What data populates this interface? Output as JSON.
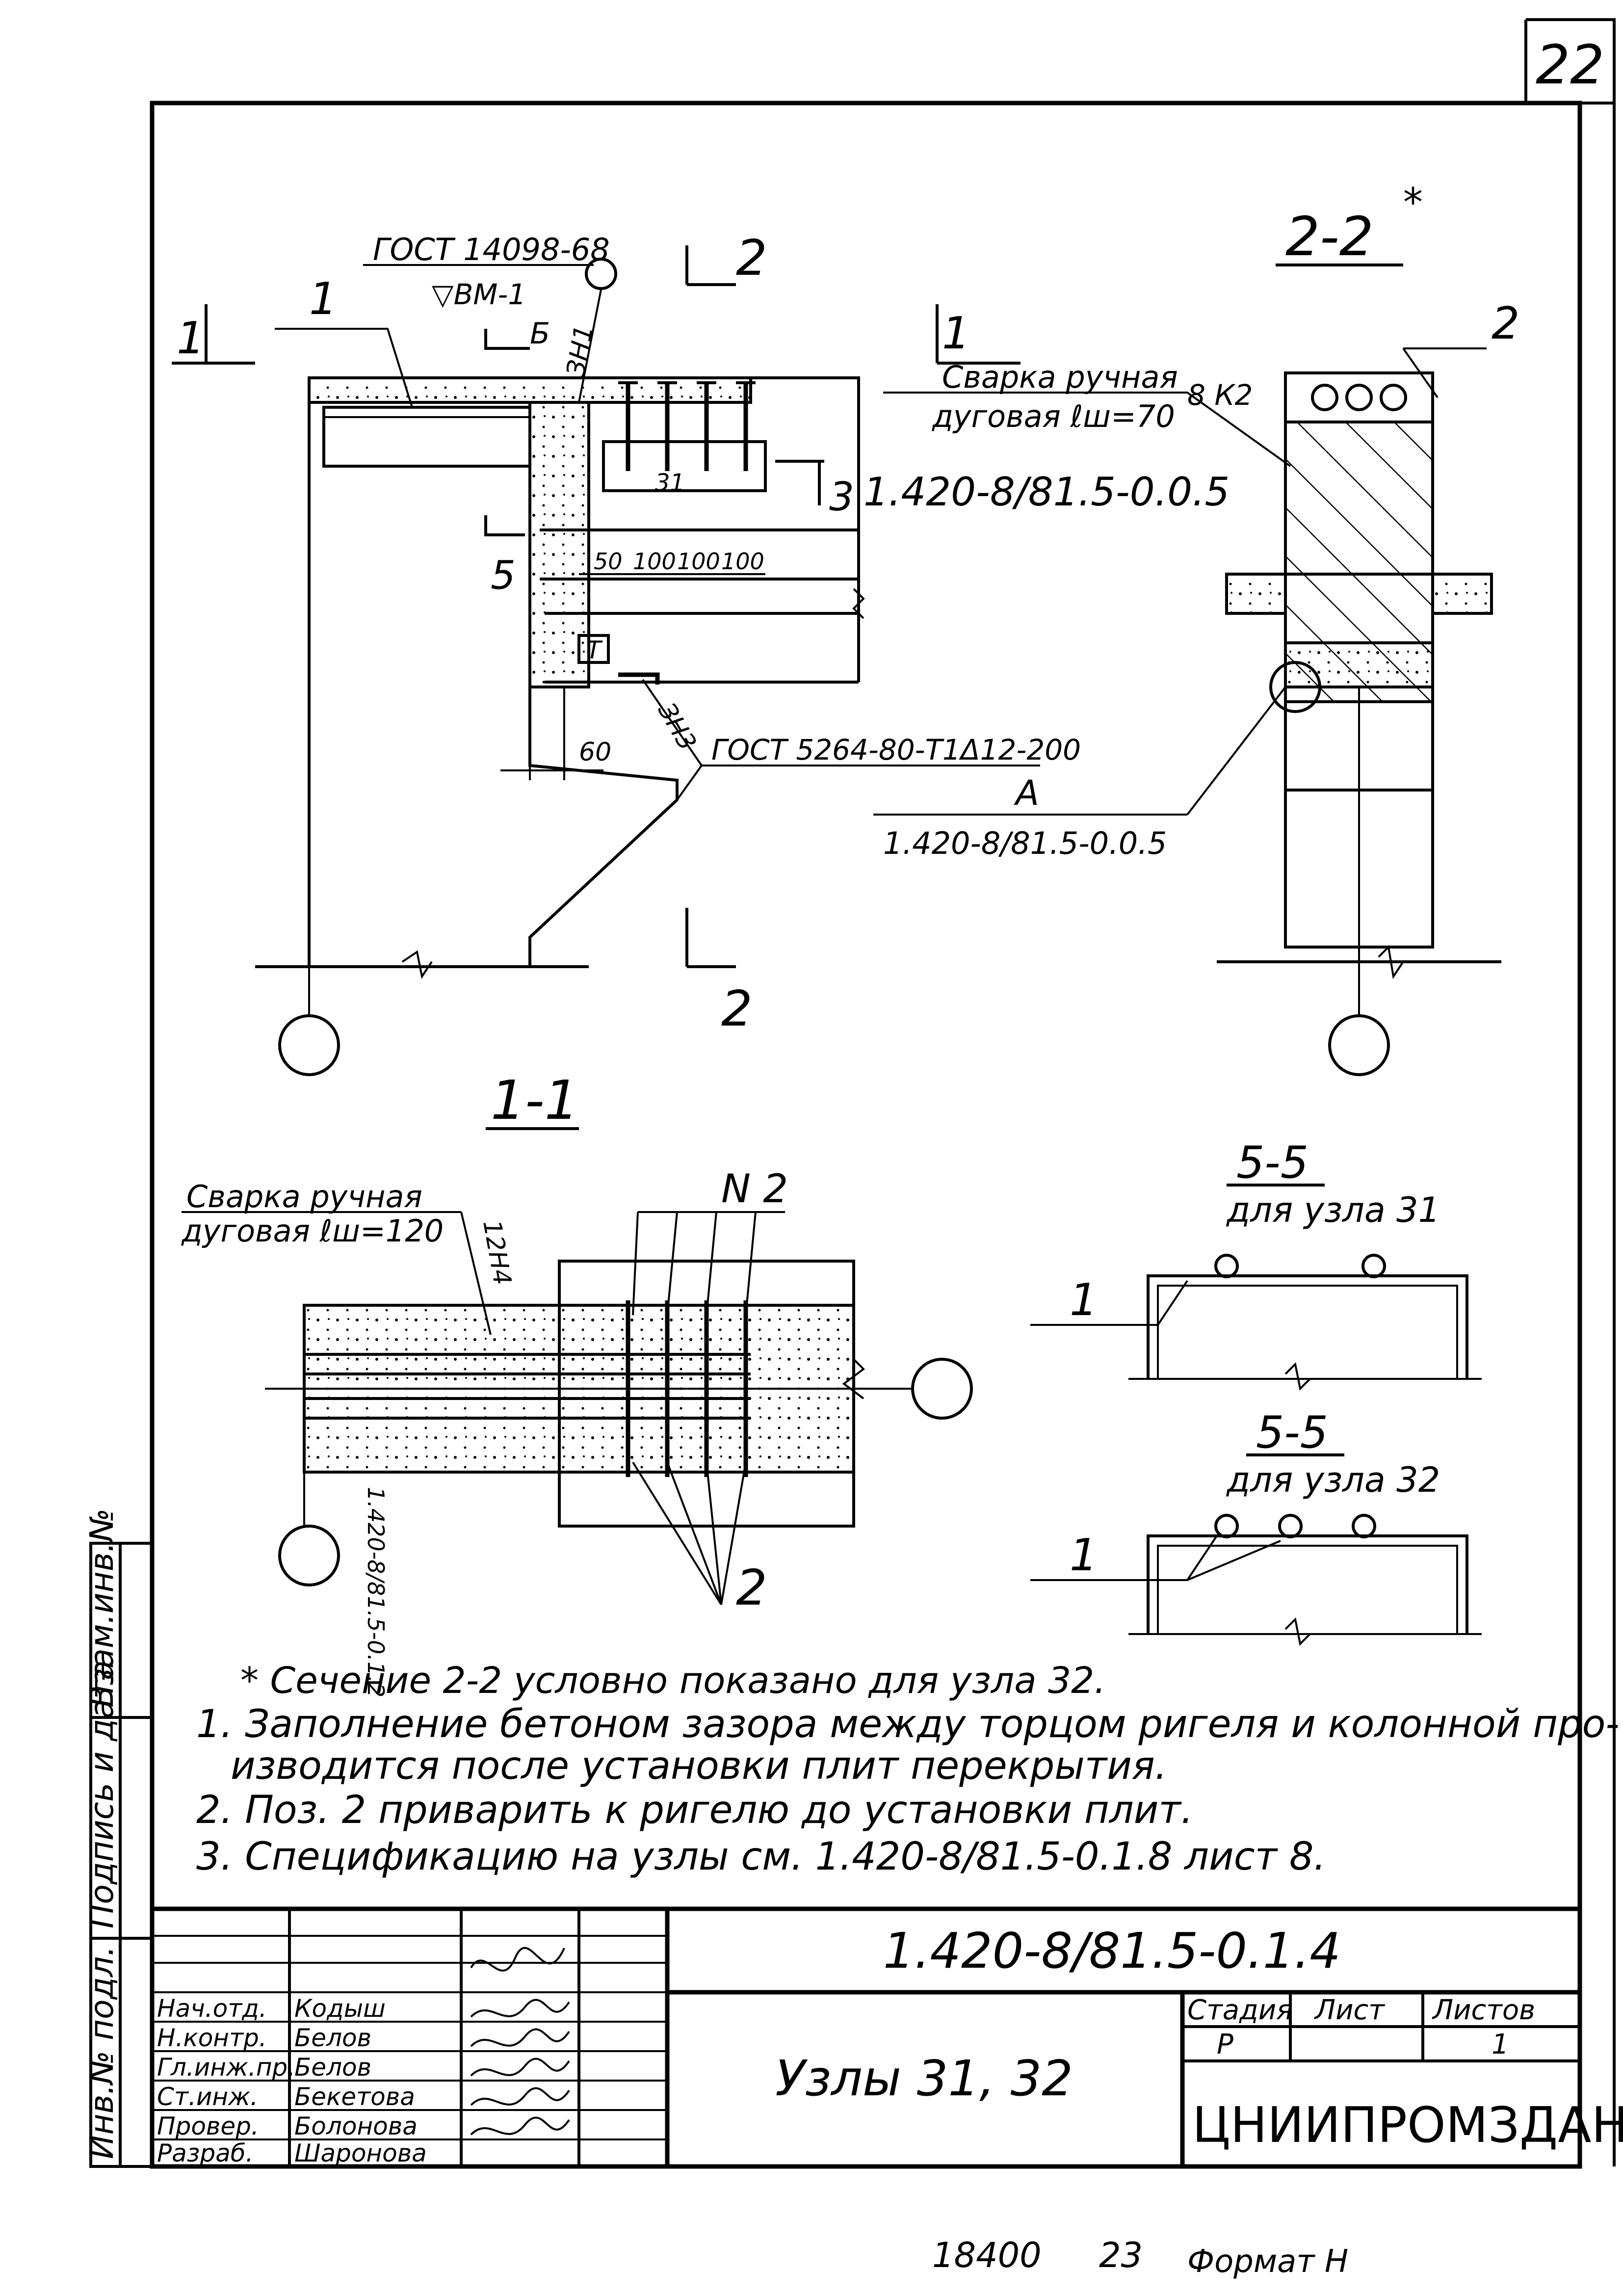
{
  "sheet": {
    "page_number": "22",
    "document_code": "1.420-8/81.5-0.1.4",
    "title": "Узлы 31, 32",
    "organization": "ЦНИИПРОМЗДАНИЙ",
    "stage_header": "Стадия",
    "sheet_header": "Лист",
    "sheets_header": "Листов",
    "stage": "Р",
    "sheet": "",
    "sheets": "1",
    "footer_number": "18400",
    "footer_page": "23",
    "footer_format": "Формат Н"
  },
  "left_margin": {
    "inv_original": "Инв.№ подл.",
    "signature_date": "Подпись и дата",
    "replaces_inv": "Взам.инв.№"
  },
  "staff": [
    {
      "role": "Нач.отд.",
      "name": "Кодыш"
    },
    {
      "role": "Н.контр.",
      "name": "Белов"
    },
    {
      "role": "Гл.инж.пр.",
      "name": "Белов"
    },
    {
      "role": "Ст.инж.",
      "name": "Бекетова"
    },
    {
      "role": "Провер.",
      "name": "Болонова"
    },
    {
      "role": "Разраб.",
      "name": "Шаронова"
    }
  ],
  "labels": {
    "gost_top": "ГОСТ 14098-68",
    "weld_top": "▽ВМ-1",
    "weld_zn1": "ЗН1",
    "cut_1": "1",
    "cut_2": "2",
    "cut_3": "3",
    "cut_5": "5",
    "cut_b": "Б",
    "pos_1": "1",
    "pos_2": "2",
    "dim_50": "50",
    "dim_100": "100",
    "dim_60": "60",
    "node_31": "31",
    "ref_0_0_5": "1.420-8/81.5-0.0.5",
    "weld_note_top": "Сварка ручная",
    "weld_note_top2": "дуговая ℓш=70",
    "weld_8k2": "8 К2",
    "weld_zn3": "ЗН3",
    "gost_bottom": "ГОСТ 5264-80-Т1Δ12-200",
    "callout_a": "А",
    "ref_a": "1.420-8/81.5-0.0.5",
    "t_mark": "Т",
    "section_2_2": "2-2",
    "star": "*",
    "section_1_1": "1-1",
    "weld_note_mid": "Сварка ручная",
    "weld_note_mid2": "дуговая ℓш=120",
    "weld_12n4": "12Н4",
    "n2": "N 2",
    "ref_0_1_2": "1.420-8/81.5-0.1.2",
    "section_5_5": "5-5",
    "for_node_31": "для узла 31",
    "for_node_32": "для узла 32"
  },
  "notes": {
    "star_note": "* Сечение 2-2 условно показано для узла 32.",
    "n1a": "1. Заполнение бетоном зазора между торцом ригеля и колонной про-",
    "n1b": "изводится после установки плит перекрытия.",
    "n2": "2. Поз. 2 приварить к ригелю до установки плит.",
    "n3": "3. Спецификацию на узлы см. 1.420-8/81.5-0.1.8 лист 8."
  }
}
